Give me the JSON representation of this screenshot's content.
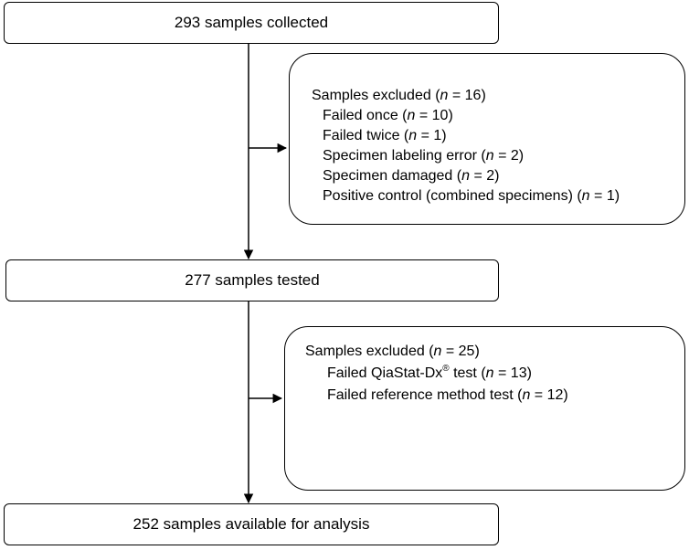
{
  "flow": {
    "collected": "293 samples collected",
    "tested": "277 samples tested",
    "available": "252 samples available for analysis"
  },
  "exclusion_1": {
    "header": "Samples excluded (",
    "header_n": "n",
    "header_value": " = 16)",
    "items": [
      {
        "label": "Failed once (",
        "n": "n",
        "value": " = 10)"
      },
      {
        "label": "Failed twice (",
        "n": "n",
        "value": " = 1)"
      },
      {
        "label": "Specimen labeling error (",
        "n": "n",
        "value": " = 2)"
      },
      {
        "label": "Specimen damaged (",
        "n": "n",
        "value": " = 2)"
      },
      {
        "label": "Positive control (combined specimens) (",
        "n": "n",
        "value": " = 1)"
      }
    ]
  },
  "exclusion_2": {
    "header": "Samples excluded (",
    "header_n": "n",
    "header_value": " = 25)",
    "items": [
      {
        "label": "Failed QiaStat-Dx",
        "sup": "®",
        "label_after": " test (",
        "n": "n",
        "value": " = 13)"
      },
      {
        "label": "Failed reference method test (",
        "n": "n",
        "value": " = 12)"
      }
    ]
  }
}
